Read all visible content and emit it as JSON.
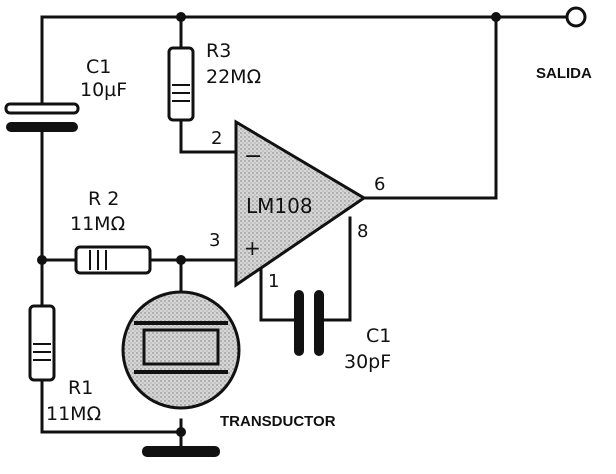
{
  "labels": {
    "c1_top_name": "C1",
    "c1_top_value": "10µF",
    "r3_name": "R3",
    "r3_value": "22MΩ",
    "r2_name": "R 2",
    "r2_value": "11MΩ",
    "r1_name": "R1",
    "r1_value": "11MΩ",
    "opamp": "LM108",
    "pin2": "2",
    "pin3": "3",
    "pin6": "6",
    "pin8": "8",
    "pin1": "1",
    "minus": "−",
    "plus": "+",
    "c1_bottom_name": "C1",
    "c1_bottom_value": "30pF",
    "output": "SALIDA",
    "transducer": "TRANSDUCTOR"
  },
  "colors": {
    "ink": "#111111",
    "hatch_fill": "#cfcfcf",
    "background": "#ffffff"
  }
}
